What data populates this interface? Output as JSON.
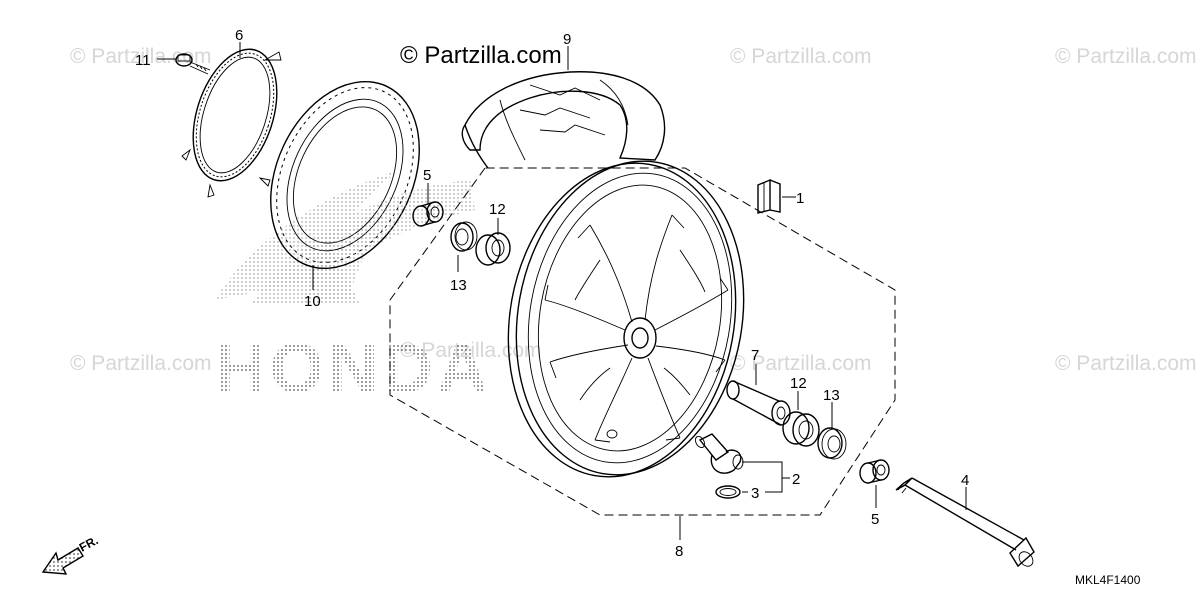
{
  "title": "",
  "watermark": "© Partzilla.com",
  "logo_text": "HONDA",
  "direction_label": "FR.",
  "diagram_code": "MKL4F1400",
  "callouts": [
    {
      "id": "c1",
      "label": "1"
    },
    {
      "id": "c2",
      "label": "2"
    },
    {
      "id": "c3",
      "label": "3"
    },
    {
      "id": "c4",
      "label": "4"
    },
    {
      "id": "c5a",
      "label": "5"
    },
    {
      "id": "c5b",
      "label": "5"
    },
    {
      "id": "c6",
      "label": "6"
    },
    {
      "id": "c7",
      "label": "7"
    },
    {
      "id": "c8",
      "label": "8"
    },
    {
      "id": "c9",
      "label": "9"
    },
    {
      "id": "c10",
      "label": "10"
    },
    {
      "id": "c11",
      "label": "11"
    },
    {
      "id": "c12a",
      "label": "12"
    },
    {
      "id": "c12b",
      "label": "12"
    },
    {
      "id": "c13a",
      "label": "13"
    },
    {
      "id": "c13b",
      "label": "13"
    }
  ],
  "icons": [
    "logo-icon",
    "direction-arrow-icon"
  ],
  "colors": {
    "line": "#000000",
    "watermark": "#d6d6d6",
    "background": "#ffffff"
  }
}
